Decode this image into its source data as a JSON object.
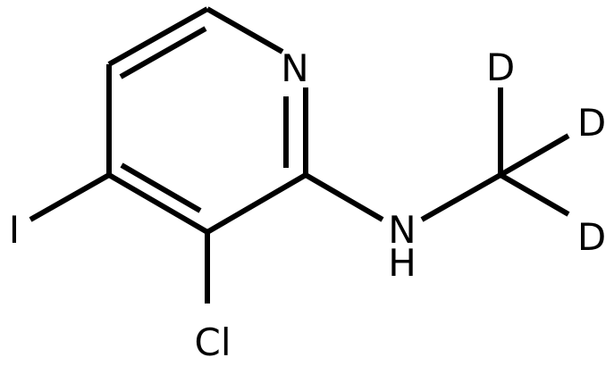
{
  "atoms": {
    "ring_nitrogen": "N",
    "amine_nitrogen": "N",
    "amine_hydrogen": "H",
    "chlorine": "Cl",
    "iodine": "I",
    "deuterium_top": "D",
    "deuterium_right": "D",
    "deuterium_bottom": "D"
  },
  "colors": {
    "bond": "#000000",
    "label": "#000000",
    "background": "#ffffff"
  }
}
